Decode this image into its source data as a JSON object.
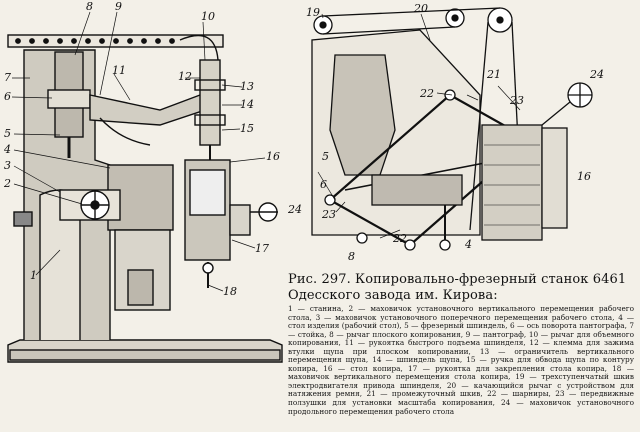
{
  "figure": {
    "title": "Рис. 297. Копировально-фрезерный станок 6461 Одесского завода им. Кирова:",
    "legend": "1 — станина, 2 — маховичок установочного вертикального перемещения рабочего стола, 3 — маховичок установочного поперечного перемещения рабочего стола, 4 — стол изделия (рабочий стол), 5 — фрезерный шпиндель, 6 — ось поворота пантографа, 7 — стойка, 8 — рычаг плоского копирования, 9 — пантограф, 10 — рычаг для объемного копирования, 11 — рукоятка быстрого подъема шпинделя, 12 — клемма для зажима втулки щупа при плоском копировании, 13 — ограничитель вертикального перемещения щупа, 14 — шпиндель щупа, 15 — ручка для обвода щупа по контуру копира, 16 — стол копира, 17 — рукоятка для закрепления стола копира, 18 — маховичок вертикального перемещения стола копира, 19 — трехступенчатый шкив электродвигателя привода шпинделя, 20 — качающийся рычаг с устройством для натяжения ремня, 21 — промежуточный шкив, 22 — шарниры, 23 — передвижные ползушки для установки масштаба копирования, 24 — маховичок установочного продольного перемещения рабочего стола"
  },
  "left_callouts": [
    "8",
    "9",
    "10",
    "7",
    "6",
    "11",
    "12",
    "13",
    "14",
    "5",
    "15",
    "4",
    "3",
    "2",
    "16",
    "24",
    "17",
    "1",
    "18"
  ],
  "right_callouts": [
    "19",
    "20",
    "21",
    "22",
    "24",
    "23",
    "5",
    "16",
    "6",
    "23",
    "8",
    "22",
    "4"
  ]
}
